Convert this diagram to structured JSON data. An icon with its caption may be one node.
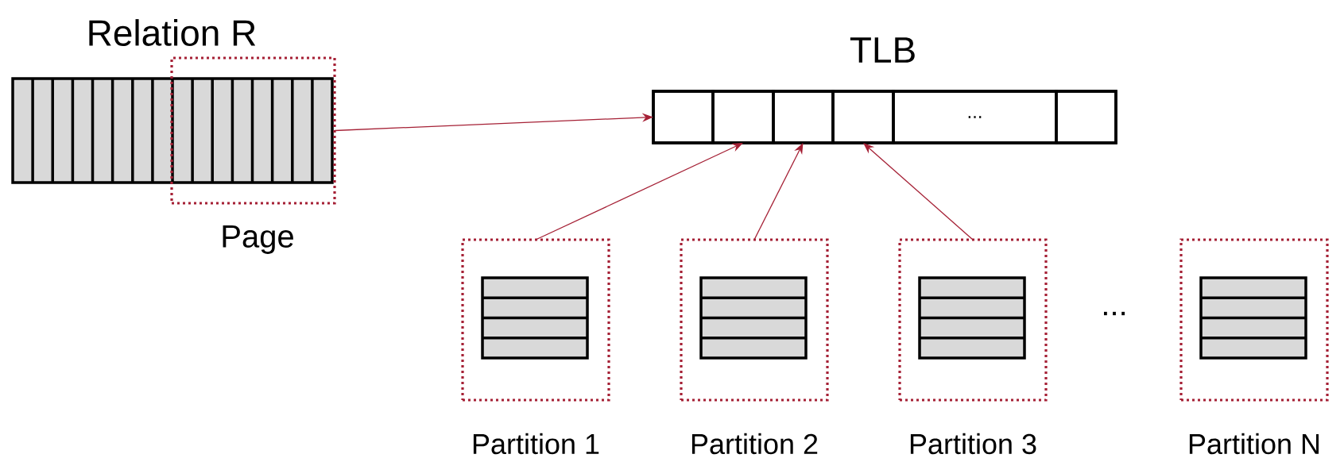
{
  "diagram": {
    "nodes": [
      {
        "text": [
          "Relation R"
        ]
      },
      {
        "text": [
          "Page"
        ]
      },
      {
        "text": [
          "TLB"
        ]
      },
      {
        "text": [],
        "shape": "box",
        "in": 2
      },
      {
        "text": [],
        "shape": "box",
        "in": 2
      },
      {
        "text": [],
        "shape": "box",
        "in": 2
      },
      {
        "text": [],
        "shape": "box",
        "in": 2
      },
      {
        "text": [
          "..."
        ],
        "in": 2
      },
      {
        "text": [],
        "shape": "box",
        "in": 2
      },
      {
        "text": [
          "Partition 1"
        ]
      },
      {
        "text": [
          "Partition 2"
        ]
      },
      {
        "text": [
          "Partition 3"
        ]
      },
      {
        "text": [
          "Partition N"
        ]
      }
    ],
    "edges": [
      {
        "from": 1,
        "to": 3,
        "arrow": "to"
      },
      {
        "from": 9,
        "to": 4,
        "arrow": "to"
      },
      {
        "from": 10,
        "to": 5,
        "arrow": "to"
      },
      {
        "from": 11,
        "to": 6,
        "arrow": "to"
      }
    ],
    "labels": [
      "..."
    ]
  }
}
